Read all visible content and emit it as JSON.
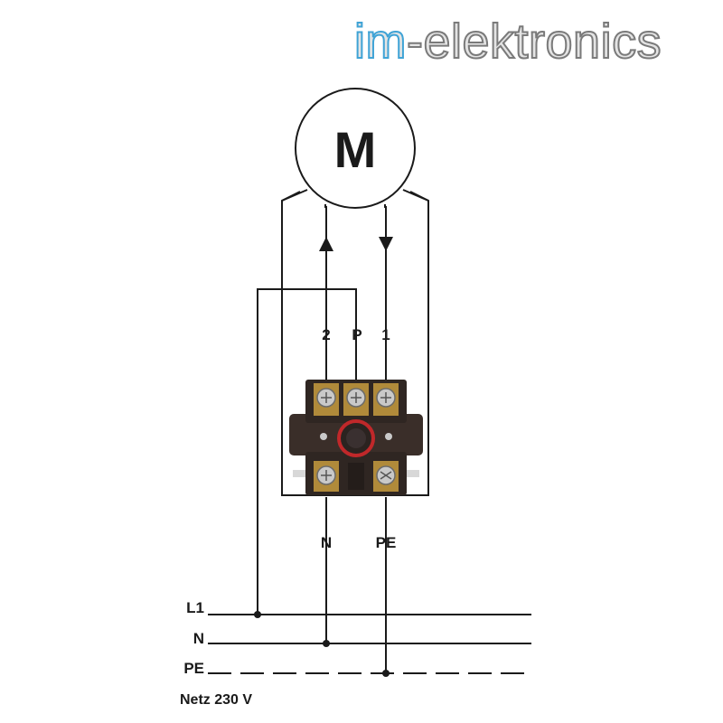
{
  "logo": {
    "prefix": "im",
    "rest": "-elektronics",
    "prefix_color": "#3fa3d6",
    "rest_color": "#7a7a7a"
  },
  "motor": {
    "label": "M"
  },
  "terminals": {
    "top": [
      "2",
      "P",
      "1"
    ],
    "bottom": [
      "N",
      "PE"
    ]
  },
  "lines": {
    "l1": "L1",
    "n": "N",
    "pe": "PE"
  },
  "network": "Netz 230 V",
  "colors": {
    "wire": "#1a1a1a",
    "switch_body": "#3a2e29",
    "screw": "#c9c9c9",
    "brass": "#b08a3a",
    "knob_ring": "#c0282a"
  }
}
